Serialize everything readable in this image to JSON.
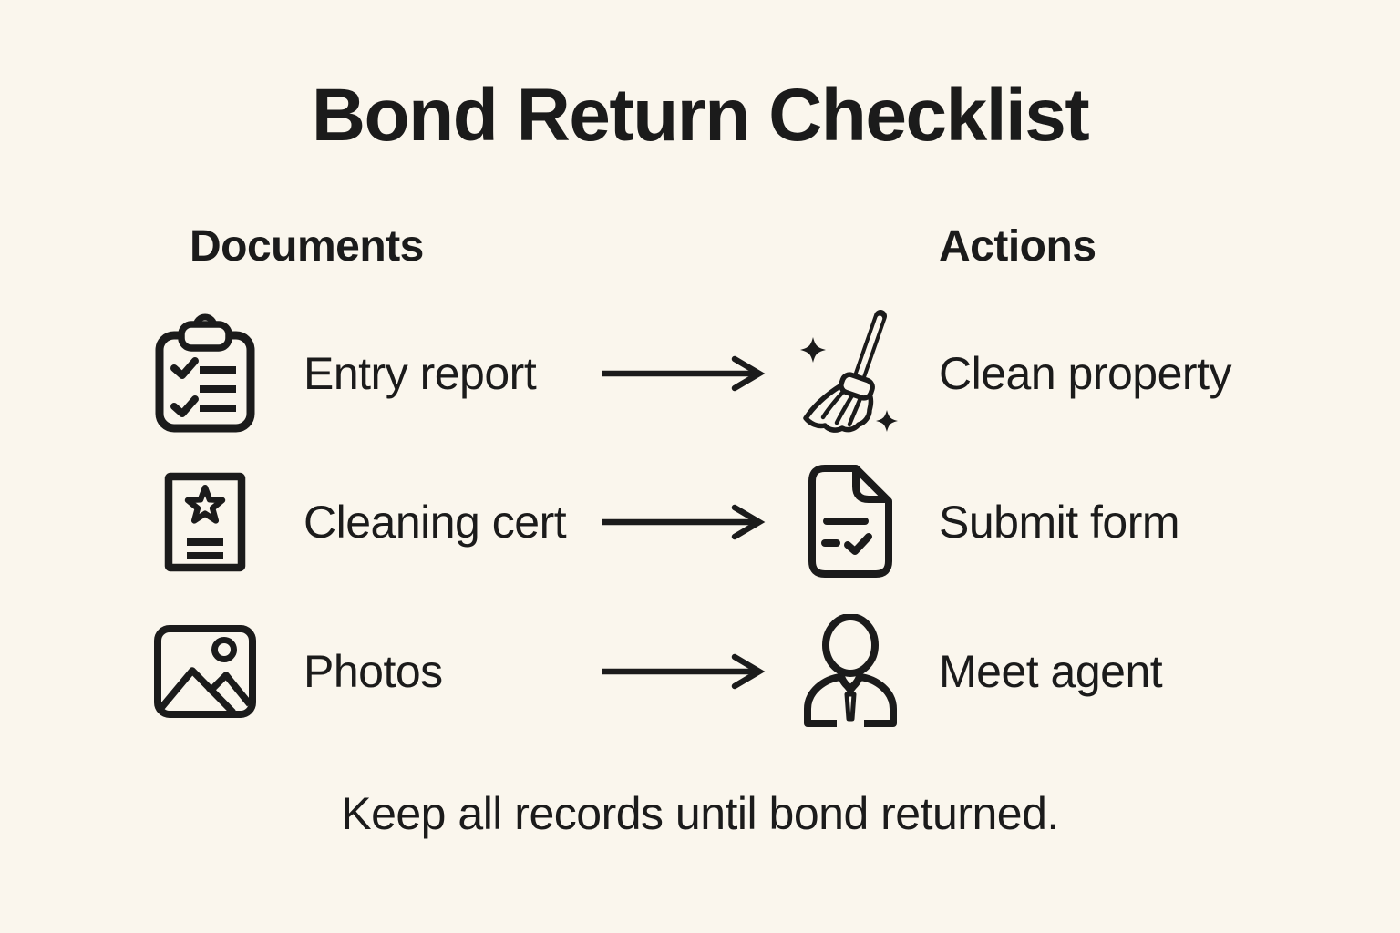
{
  "title": "Bond Return Checklist",
  "columns": {
    "documents": "Documents",
    "actions": "Actions"
  },
  "rows": [
    {
      "document": "Entry report",
      "document_icon": "clipboard-checklist-icon",
      "action": "Clean property",
      "action_icon": "broom-icon"
    },
    {
      "document": "Cleaning cert",
      "document_icon": "certificate-star-icon",
      "action": "Submit form",
      "action_icon": "document-check-icon"
    },
    {
      "document": "Photos",
      "document_icon": "photo-image-icon",
      "action": "Meet agent",
      "action_icon": "person-agent-icon"
    }
  ],
  "connector": "arrow-right",
  "footer": "Keep all records until bond returned.",
  "colors": {
    "background": "#FAF6ED",
    "ink": "#1B1B1B"
  }
}
